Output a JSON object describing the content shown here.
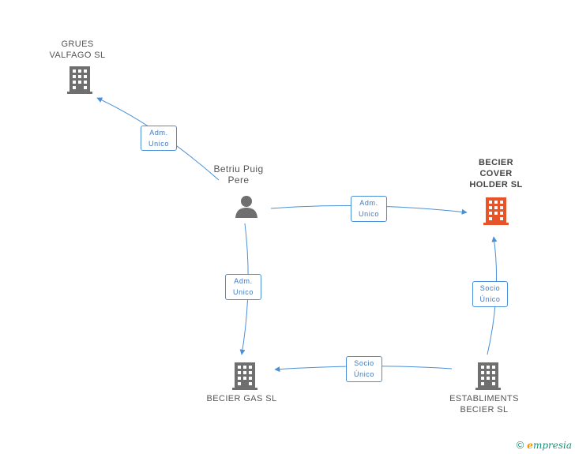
{
  "nodes": {
    "grues": {
      "label": "GRUES\nVALFAGO SL",
      "type": "company",
      "color": "#6f6f6f"
    },
    "betriu": {
      "label": "Betriu Puig\nPere",
      "type": "person",
      "color": "#6f6f6f"
    },
    "cover": {
      "label": "BECIER\nCOVER\nHOLDER SL",
      "type": "company",
      "color": "#e8542a"
    },
    "gas": {
      "label": "BECIER GAS SL",
      "type": "company",
      "color": "#6f6f6f"
    },
    "establiments": {
      "label": "ESTABLIMENTS\nBECIER SL",
      "type": "company",
      "color": "#6f6f6f"
    }
  },
  "edges": {
    "betriu_grues": {
      "label": "Adm.\nUnico"
    },
    "betriu_cover": {
      "label": "Adm.\nUnico"
    },
    "betriu_gas": {
      "label": "Adm.\nUnico"
    },
    "establiments_cover": {
      "label": "Socio\nÚnico"
    },
    "establiments_gas": {
      "label": "Socio\nÚnico"
    }
  },
  "footer": {
    "copyright": "©",
    "brand_first": "e",
    "brand_rest": "mpresia"
  },
  "colors": {
    "edge": "#4a90d9"
  }
}
